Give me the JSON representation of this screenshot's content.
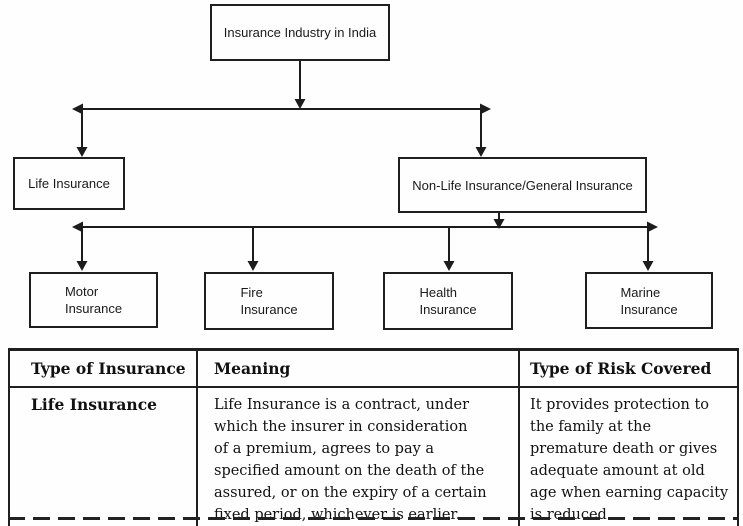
{
  "flowchart": {
    "root": {
      "label": "Insurance Industry in India"
    },
    "level1": [
      {
        "label": "Life Insurance"
      },
      {
        "label": "Non-Life Insurance/General Insurance"
      }
    ],
    "level2": [
      {
        "lines": [
          "Motor",
          "Insurance"
        ]
      },
      {
        "lines": [
          "Fire",
          "Insurance"
        ]
      },
      {
        "lines": [
          "Health",
          "Insurance"
        ]
      },
      {
        "lines": [
          "Marine",
          "Insurance"
        ]
      }
    ]
  },
  "table": {
    "headers": [
      "Type of Insurance",
      "Meaning",
      "Type of Risk Covered"
    ],
    "rows": [
      {
        "type": "Life Insurance",
        "meaning": [
          "Life Insurance is a contract, under",
          "which the insurer in consideration",
          "of a premium, agrees to pay a",
          "specified amount on the death of the",
          "assured, or on the expiry of a certain",
          "fixed period, whichever is earlier."
        ],
        "risk": [
          "It provides protection to",
          "the family at the",
          "premature death or gives",
          "adequate amount at old",
          "age when earning capacity",
          "is reduced."
        ]
      }
    ]
  },
  "colors": {
    "ink": "#1c1c1c",
    "background": "#fefefe"
  }
}
